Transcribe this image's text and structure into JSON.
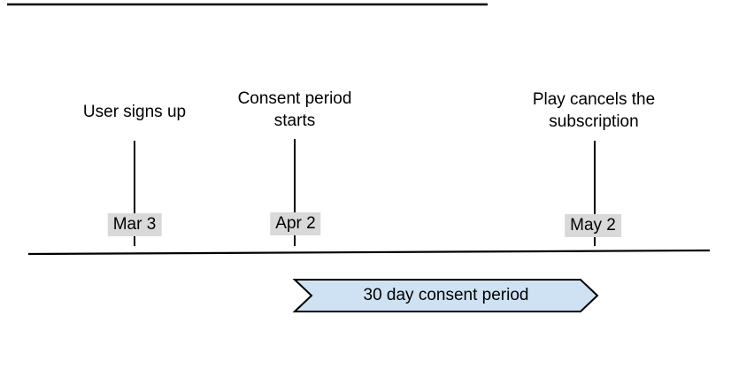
{
  "diagram": {
    "type": "timeline",
    "events": [
      {
        "label": "User signs up",
        "date": "Mar 3"
      },
      {
        "label": "Consent period\nstarts",
        "date": "Apr 2"
      },
      {
        "label": "Play cancels the\nsubscription",
        "date": "May 2"
      }
    ],
    "ribbon": {
      "label": "30 day consent period"
    }
  },
  "colors": {
    "background": "#ffffff",
    "line": "#000000",
    "date_chip_background": "#d9d9d9",
    "ribbon_fill": "#cfe2f3",
    "ribbon_stroke": "#000000",
    "text": "#000000"
  }
}
